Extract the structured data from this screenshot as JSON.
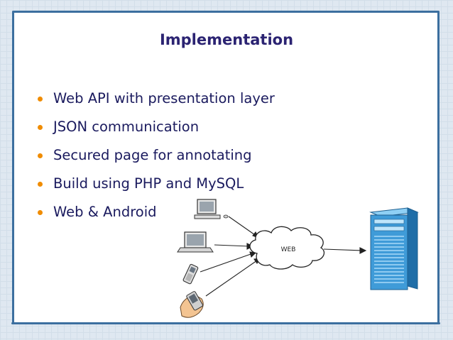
{
  "slide": {
    "title": "Implementation",
    "bullets": [
      "Web API with presentation layer",
      "JSON communication",
      "Secured page for annotating",
      "Build using PHP and MySQL",
      "Web & Android"
    ]
  },
  "diagram": {
    "cloud_label": "WEB"
  },
  "colors": {
    "title": "#2b2372",
    "text": "#1a1a5e",
    "bullet": "#f08c00",
    "frame": "#3c6f9f",
    "server": "#3f9bd8"
  }
}
